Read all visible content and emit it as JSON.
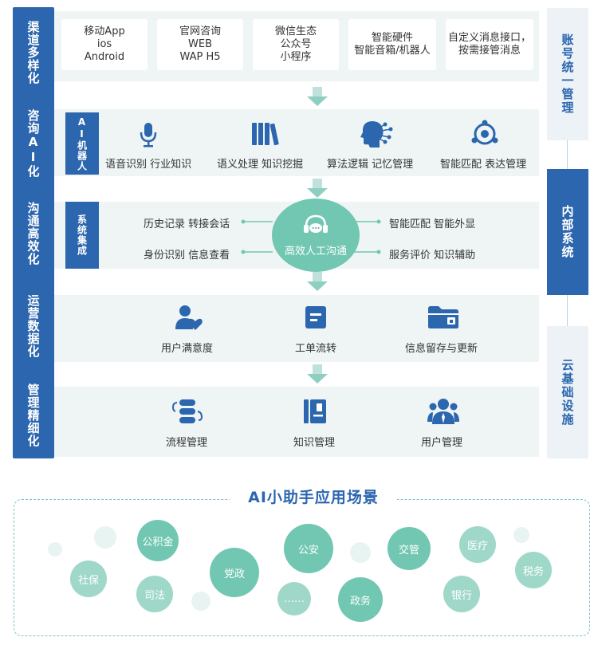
{
  "left_sections": [
    "渠道多样化",
    "咨询AI化",
    "沟通高效化",
    "运营数据化",
    "管理精细化"
  ],
  "channels": [
    [
      "移动App",
      "ios",
      "Android"
    ],
    [
      "官网咨询",
      "WEB",
      "WAP H5"
    ],
    [
      "微信生态",
      "公众号",
      "小程序"
    ],
    [
      "智能硬件",
      "智能音箱/机器人"
    ],
    [
      "自定义消息接口，",
      "按需接管消息"
    ]
  ],
  "ai": {
    "tag": "AI机器人",
    "items": [
      {
        "label": "语音识别  行业知识",
        "icon": "microphone-icon"
      },
      {
        "label": "语义处理  知识挖掘",
        "icon": "books-icon"
      },
      {
        "label": "算法逻辑  记忆管理",
        "icon": "brain-head-icon"
      },
      {
        "label": "智能匹配  表达管理",
        "icon": "target-network-icon"
      }
    ]
  },
  "system": {
    "tag": "系统集成",
    "center": "高效人工沟通",
    "left_top": "历史记录  转接会话",
    "left_bottom": "身份识别  信息查看",
    "right_top": "智能匹配  智能外显",
    "right_bottom": "服务评价  知识辅助"
  },
  "operation": [
    {
      "label": "用户满意度",
      "icon": "user-heart-icon"
    },
    {
      "label": "工单流转",
      "icon": "ticket-icon"
    },
    {
      "label": "信息留存与更新",
      "icon": "folder-icon"
    }
  ],
  "management": [
    {
      "label": "流程管理",
      "icon": "process-icon"
    },
    {
      "label": "知识管理",
      "icon": "knowledge-book-icon"
    },
    {
      "label": "用户管理",
      "icon": "users-icon"
    }
  ],
  "right_sections": [
    "账号统一管理",
    "内部系统",
    "云基础设施"
  ],
  "scenes": {
    "title": "AI小助手应用场景",
    "items": [
      "社保",
      "公积金",
      "司法",
      "党政",
      "公安",
      "……",
      "政务",
      "交管",
      "银行",
      "医疗",
      "税务"
    ]
  },
  "colors": {
    "primary": "#2c66ae",
    "teal": "#72c7b2",
    "band": "#eef5f4"
  }
}
